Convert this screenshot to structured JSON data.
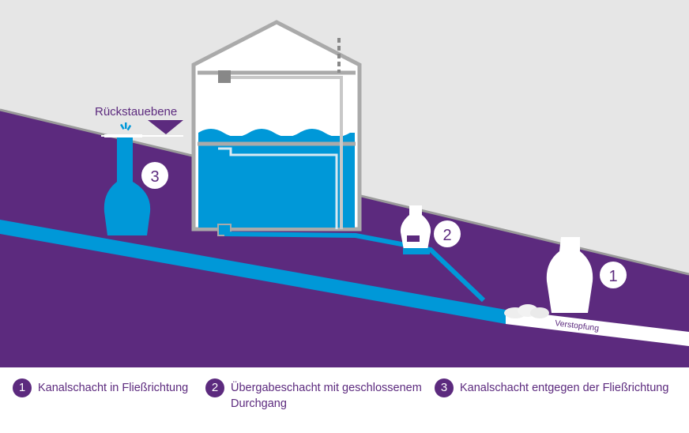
{
  "diagram": {
    "rueckstau_label": "Rückstauebene",
    "blockage_label": "Verstopfung",
    "badges": [
      "1",
      "2",
      "3"
    ]
  },
  "legend": [
    {
      "number": "1",
      "text": "Kanalschacht in Fließrichtung"
    },
    {
      "number": "2",
      "text": "Übergabeschacht mit geschlossenem Durchgang"
    },
    {
      "number": "3",
      "text": "Kanalschacht entgegen der Fließrichtung"
    }
  ],
  "colors": {
    "ground": "#5c2a7e",
    "water": "#0098d8",
    "sky": "#e6e6e6",
    "wall": "#aaaaaa"
  }
}
